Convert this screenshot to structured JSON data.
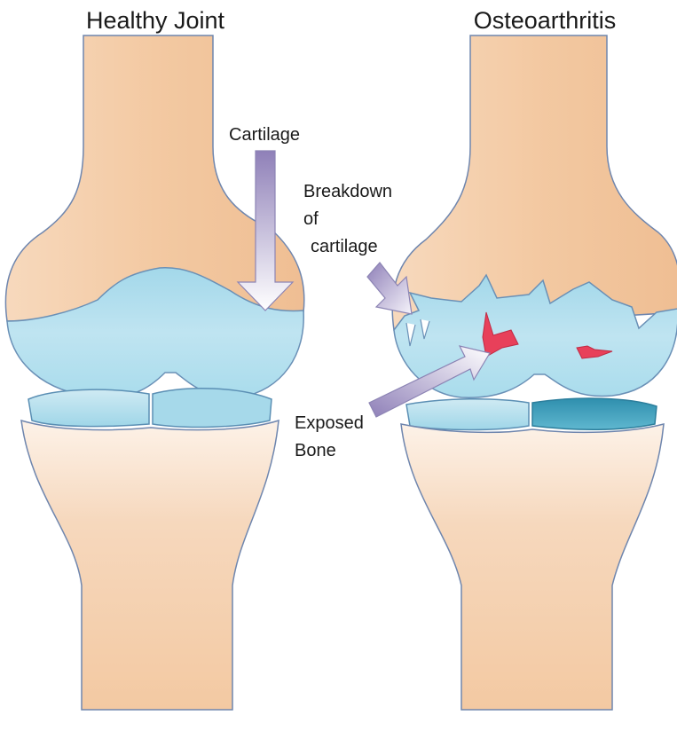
{
  "panels": {
    "healthy": {
      "title": "Healthy Joint"
    },
    "oa": {
      "title": "Osteoarthritis"
    }
  },
  "labels": {
    "cartilage": "Cartilage",
    "breakdown": [
      "Breakdown",
      "of",
      "cartilage"
    ],
    "exposed_bone": [
      "Exposed",
      "Bone"
    ]
  },
  "colors": {
    "bone": "#f3c9a2",
    "bone_light": "#fbe6d3",
    "cartilage": "#a9dcec",
    "cartilage_dark": "#8ccfe3",
    "meniscus": "#9fd6e8",
    "meniscus_dark": "#3d9fba",
    "outline": "#5f7fa8",
    "arrow": "#9b8ec0",
    "exposed": "#e8405a",
    "text": "#1a1a1a"
  }
}
